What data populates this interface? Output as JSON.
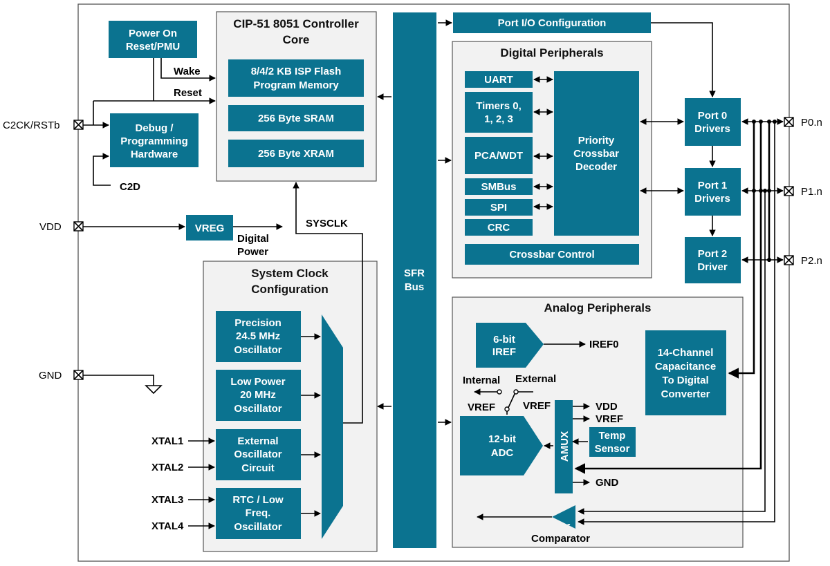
{
  "blocks": {
    "por": [
      "Power On",
      "Reset/PMU"
    ],
    "debug": [
      "Debug /",
      "Programming",
      "Hardware"
    ],
    "core_title": [
      "CIP-51 8051 Controller",
      "Core"
    ],
    "flash": [
      "8/4/2 KB ISP Flash",
      "Program Memory"
    ],
    "sram": [
      "256 Byte SRAM"
    ],
    "xram": [
      "256 Byte XRAM"
    ],
    "vreg": [
      "VREG"
    ],
    "sysclk_title": [
      "System Clock",
      "Configuration"
    ],
    "osc_precision": [
      "Precision",
      "24.5 MHz",
      "Oscillator"
    ],
    "osc_lowpower": [
      "Low Power",
      "20 MHz",
      "Oscillator"
    ],
    "osc_external": [
      "External",
      "Oscillator",
      "Circuit"
    ],
    "osc_rtc": [
      "RTC / Low",
      "Freq.",
      "Oscillator"
    ],
    "sfr": [
      "SFR",
      "Bus"
    ],
    "portio": [
      "Port I/O Configuration"
    ],
    "digital_title": [
      "Digital Peripherals"
    ],
    "uart": [
      "UART"
    ],
    "timers": [
      "Timers 0,",
      "1, 2, 3"
    ],
    "pca": [
      "PCA/WDT"
    ],
    "smbus": [
      "SMBus"
    ],
    "spi": [
      "SPI"
    ],
    "crc": [
      "CRC"
    ],
    "crossbar_decoder": [
      "Priority",
      "Crossbar",
      "Decoder"
    ],
    "crossbar_control": [
      "Crossbar Control"
    ],
    "port0": [
      "Port 0",
      "Drivers"
    ],
    "port1": [
      "Port 1",
      "Drivers"
    ],
    "port2": [
      "Port 2",
      "Driver"
    ],
    "analog_title": [
      "Analog Peripherals"
    ],
    "iref": [
      "6-bit",
      "IREF"
    ],
    "cap2dig": [
      "14-Channel",
      "Capacitance",
      "To Digital",
      "Converter"
    ],
    "adc": [
      "12-bit",
      "ADC"
    ],
    "amux": [
      "AMUX"
    ],
    "temp": [
      "Temp",
      "Sensor"
    ]
  },
  "pins": {
    "c2ck": "C2CK/RSTb",
    "vdd": "VDD",
    "gnd": "GND",
    "p0": "P0.n",
    "p1": "P1.n",
    "p2": "P2.n"
  },
  "labels": {
    "wake": "Wake",
    "reset": "Reset",
    "c2d": "C2D",
    "digital_power": [
      "Digital",
      "Power"
    ],
    "sysclk": "SYSCLK",
    "xtal1": "XTAL1",
    "xtal2": "XTAL2",
    "xtal3": "XTAL3",
    "xtal4": "XTAL4",
    "iref0": "IREF0",
    "internal": "Internal",
    "external": "External",
    "vref_int": "VREF",
    "vref_ext": "VREF",
    "amux_vdd": "VDD",
    "amux_vref": "VREF",
    "amux_gnd": "GND",
    "comparator": "Comparator",
    "comp_plus": "+",
    "comp_minus": "-"
  },
  "colors": {
    "block": "#0b7390",
    "group_fill": "#f2f2f2",
    "line": "#000000"
  }
}
